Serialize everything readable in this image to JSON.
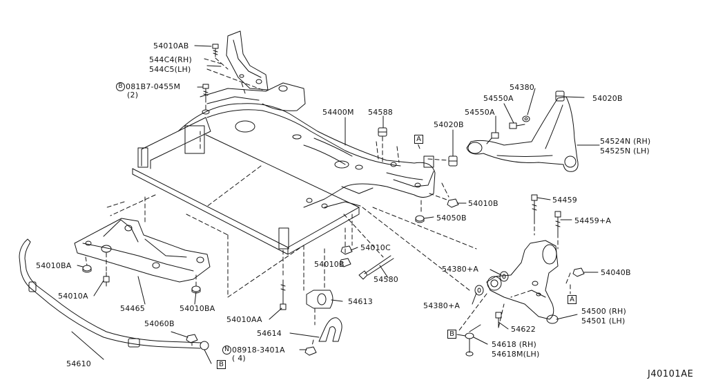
{
  "diagram_id": "J40101AE",
  "labels": {
    "p54010AB": "54010AB",
    "p544C4": "544C4(RH)",
    "p544C5": "544C5(LH)",
    "p081B7": "081B7-0455M",
    "p081B7_qty": "(2)",
    "p54400M": "54400M",
    "p54588": "54588",
    "p54380": "54380",
    "p54020B_top": "54020B",
    "p54550A_1": "54550A",
    "p54550A_2": "54550A",
    "p54020B_mid": "54020B",
    "p54524N": "54524N (RH)",
    "p54525N": "54525N (LH)",
    "p54010B_r": "54010B",
    "p54050B": "54050B",
    "p54459": "54459",
    "p54459A": "54459+A",
    "p54010BA_l": "54010BA",
    "p54010A": "54010A",
    "p54465": "54465",
    "p54010BA_c": "54010BA",
    "p54010C": "54010C",
    "p54010B_c": "54010B",
    "p54580": "54580",
    "p54380A_1": "54380+A",
    "p54040B": "54040B",
    "p54613": "54613",
    "p54380A_2": "54380+A",
    "p54010AA": "54010AA",
    "p54500": "54500 (RH)",
    "p54501": "54501 (LH)",
    "p54622": "54622",
    "p54060B": "54060B",
    "p54614": "54614",
    "p54618": "54618 (RH)",
    "p54618M": "54618M(LH)",
    "p54610": "54610",
    "p08918": "08918-3401A",
    "p08918_qty": "( 4)"
  },
  "markers": {
    "ref_A": "A",
    "ref_B": "B",
    "bolt_prefix_B": "B",
    "nut_prefix_N": "N"
  }
}
